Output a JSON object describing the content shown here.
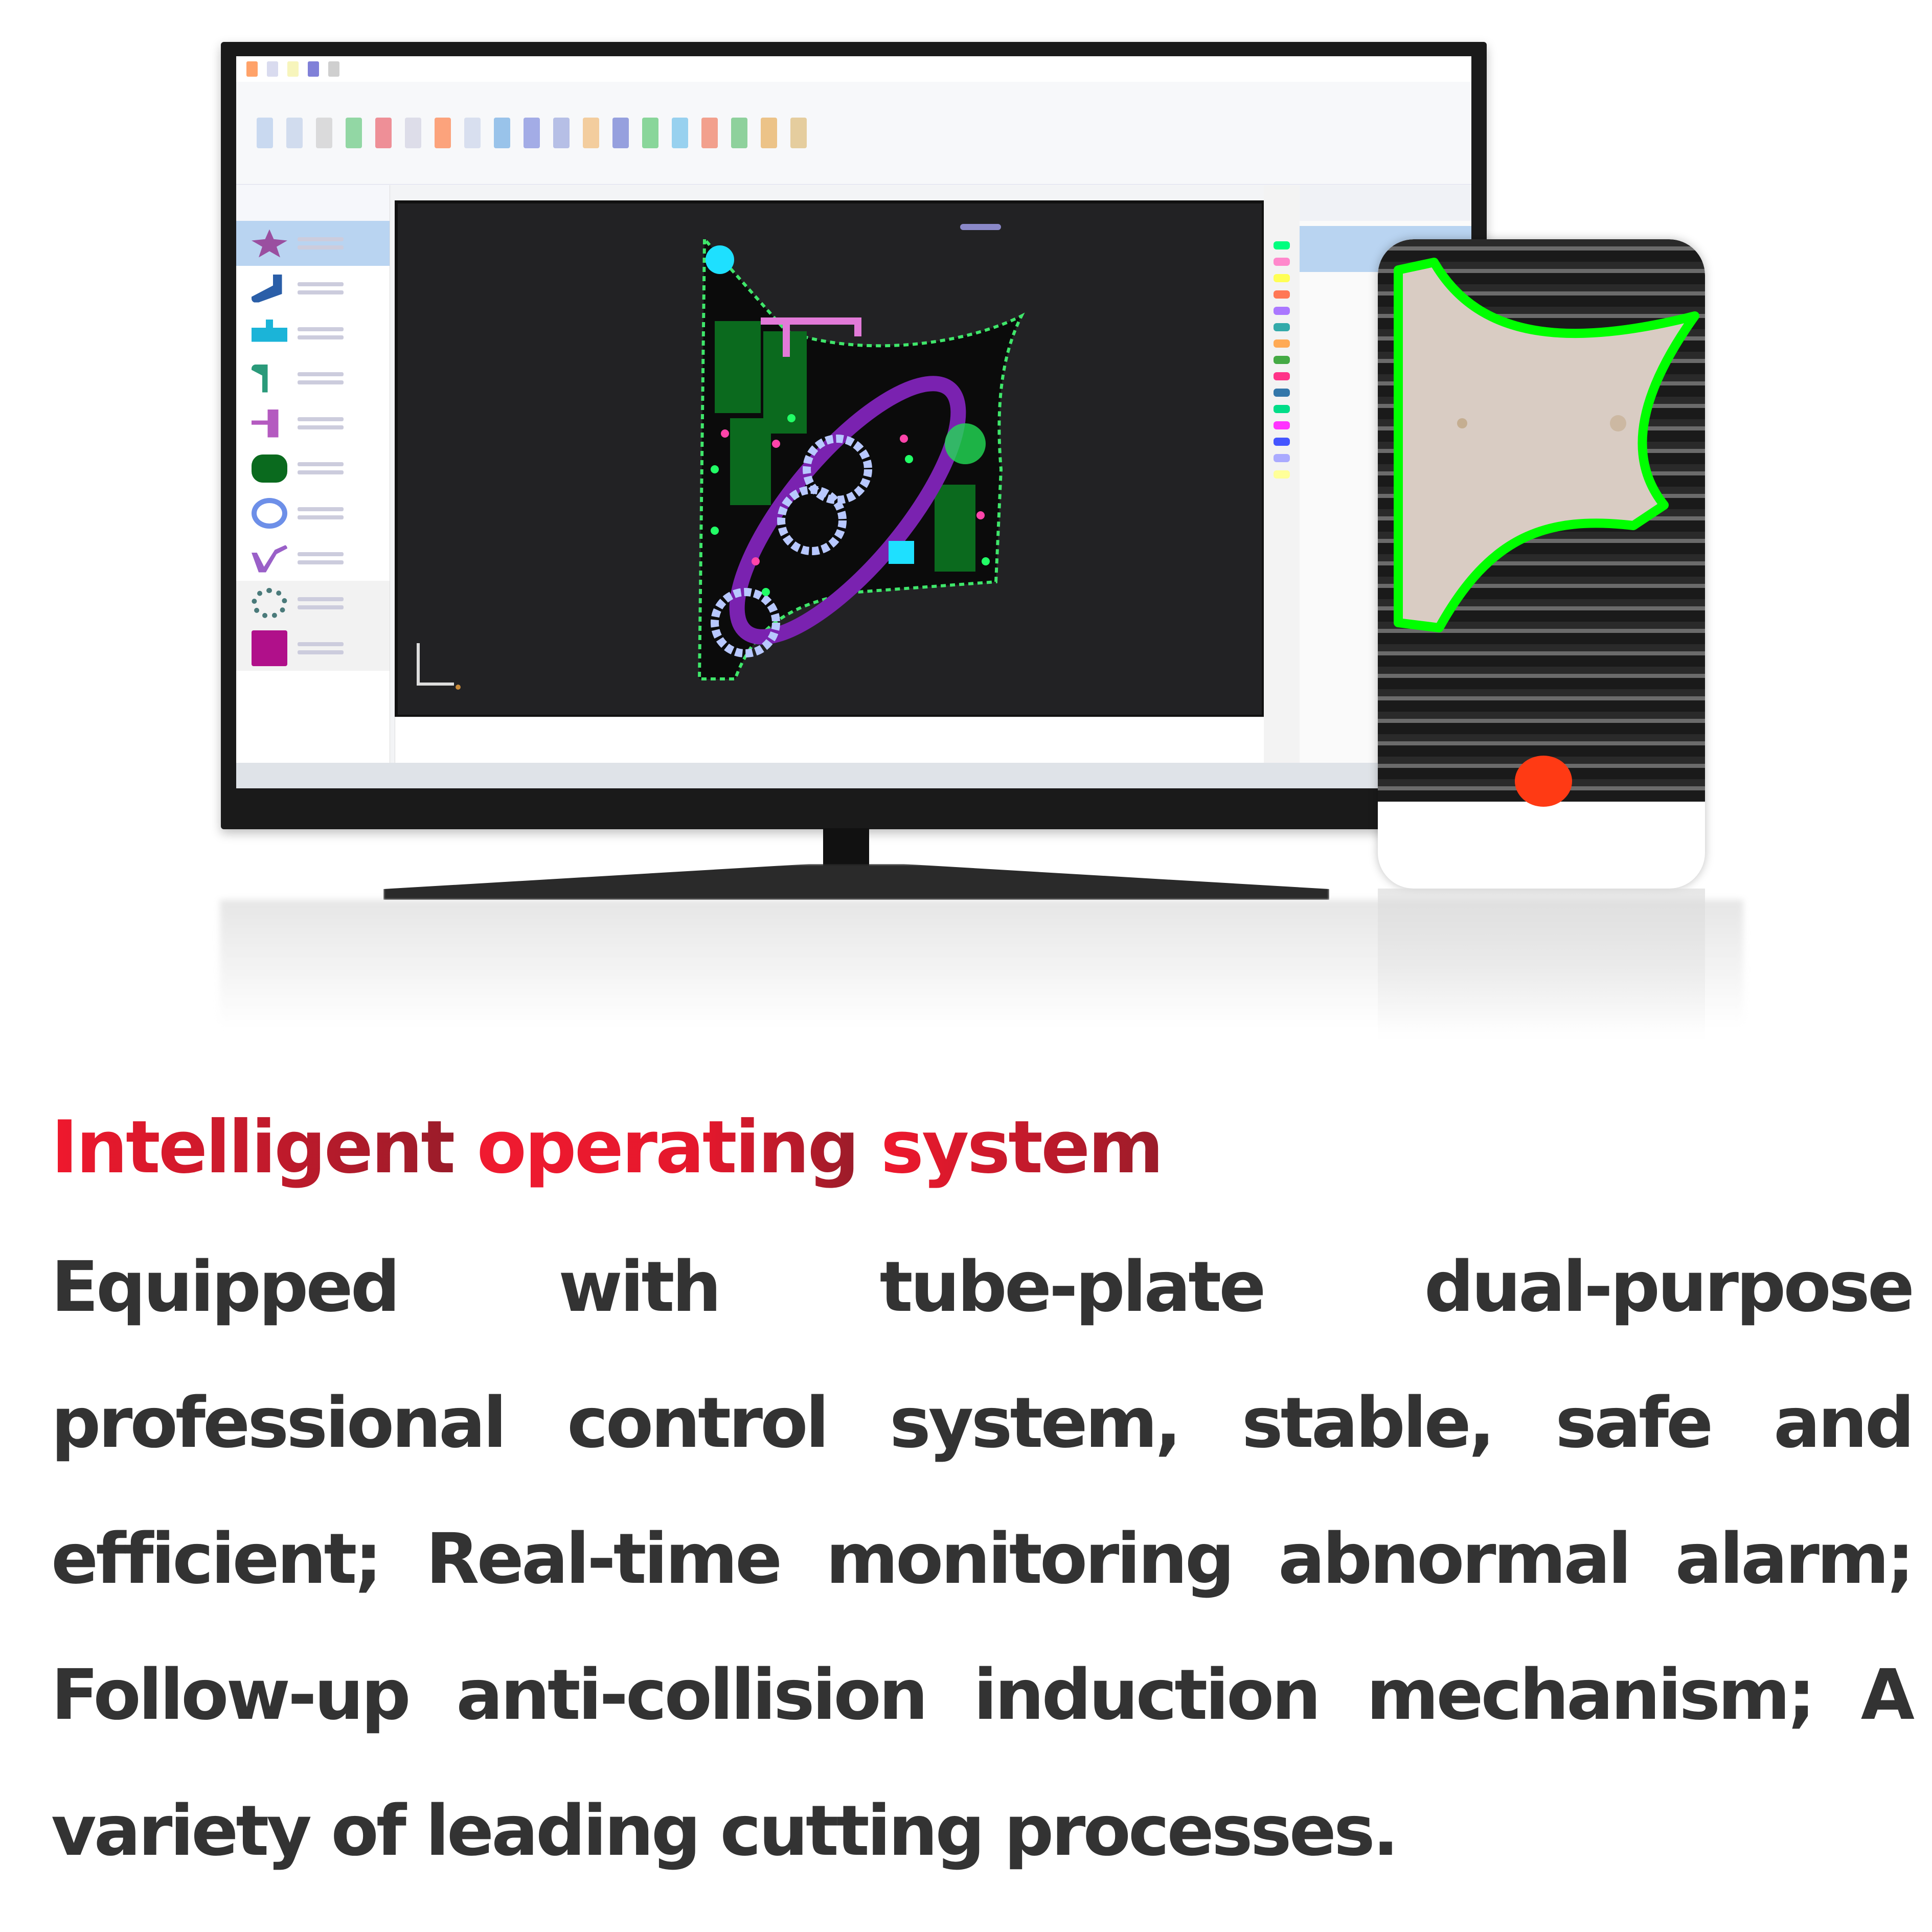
{
  "illustration": {
    "monitor": {
      "app": "tube-plate cutting CAD software",
      "parts_list_icons": [
        "star-part",
        "bracket-part",
        "cross-part",
        "fork-part",
        "tee-part",
        "green-rounded-rect-part",
        "ring-part",
        "wave-part",
        "gear-part",
        "magenta-square-part"
      ],
      "layer_colors": [
        "#00ff7f",
        "#ff88cc",
        "#ffff55",
        "#ff7755",
        "#aa77ff",
        "#33aaaa",
        "#ffaa55",
        "#44aa44",
        "#ff3388",
        "#3377aa",
        "#00dd88",
        "#ff33ff",
        "#4455ff",
        "#aaaaff",
        "#ffff99"
      ],
      "canvas_background": "#222224"
    },
    "phone": {
      "contour_color": "#00ff00",
      "record_button_color": "#ff3a14"
    }
  },
  "feature": {
    "title_words": [
      "Intelligent",
      "operating",
      "system"
    ],
    "title_color": "#e8202f",
    "body": "Equipped with tube-plate dual-purpose professional control system, stable, safe and efficient; Real-time monitoring abnormal alarm; Follow-up anti-collision induction mechanism; A variety of leading cutting processes.",
    "body_color": "#333333"
  }
}
